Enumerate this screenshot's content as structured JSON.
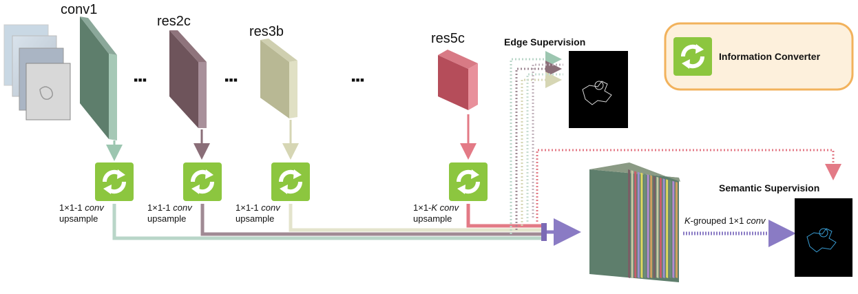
{
  "stages": {
    "conv1": "conv1",
    "res2c": "res2c",
    "res3b": "res3b",
    "res5c": "res5c"
  },
  "ellipsis": "▪▪▪",
  "converters": {
    "c1": {
      "line1": "1×1-1 ",
      "italic": "conv",
      "line2": "upsample"
    },
    "c2": {
      "line1": "1×1-1 ",
      "italic": "conv",
      "line2": "upsample"
    },
    "c3": {
      "line1": "1×1-1 ",
      "italic": "conv",
      "line2": "upsample"
    },
    "c4": {
      "line1": "1×1-",
      "k": "K",
      "italic": " conv",
      "line2": "upsample"
    }
  },
  "edge_supervision": "Edge Supervision",
  "semantic_supervision": "Semantic Supervision",
  "legend": {
    "label": "Information Converter"
  },
  "grouped_conv": {
    "k": "K",
    "text": "-grouped 1×1 ",
    "italic": "conv"
  },
  "colors": {
    "conv1": "#6f8c7a",
    "res2c": "#7a5f66",
    "res3b": "#c9c9a4",
    "res5c": "#c85e6a",
    "converter": "#8cc63f",
    "legend_border": "#f2b25c",
    "legend_fill": "#fdf0dc",
    "arrow_purple": "#7b6ab5"
  },
  "icons": {
    "converter": "refresh-cycle-icon"
  }
}
